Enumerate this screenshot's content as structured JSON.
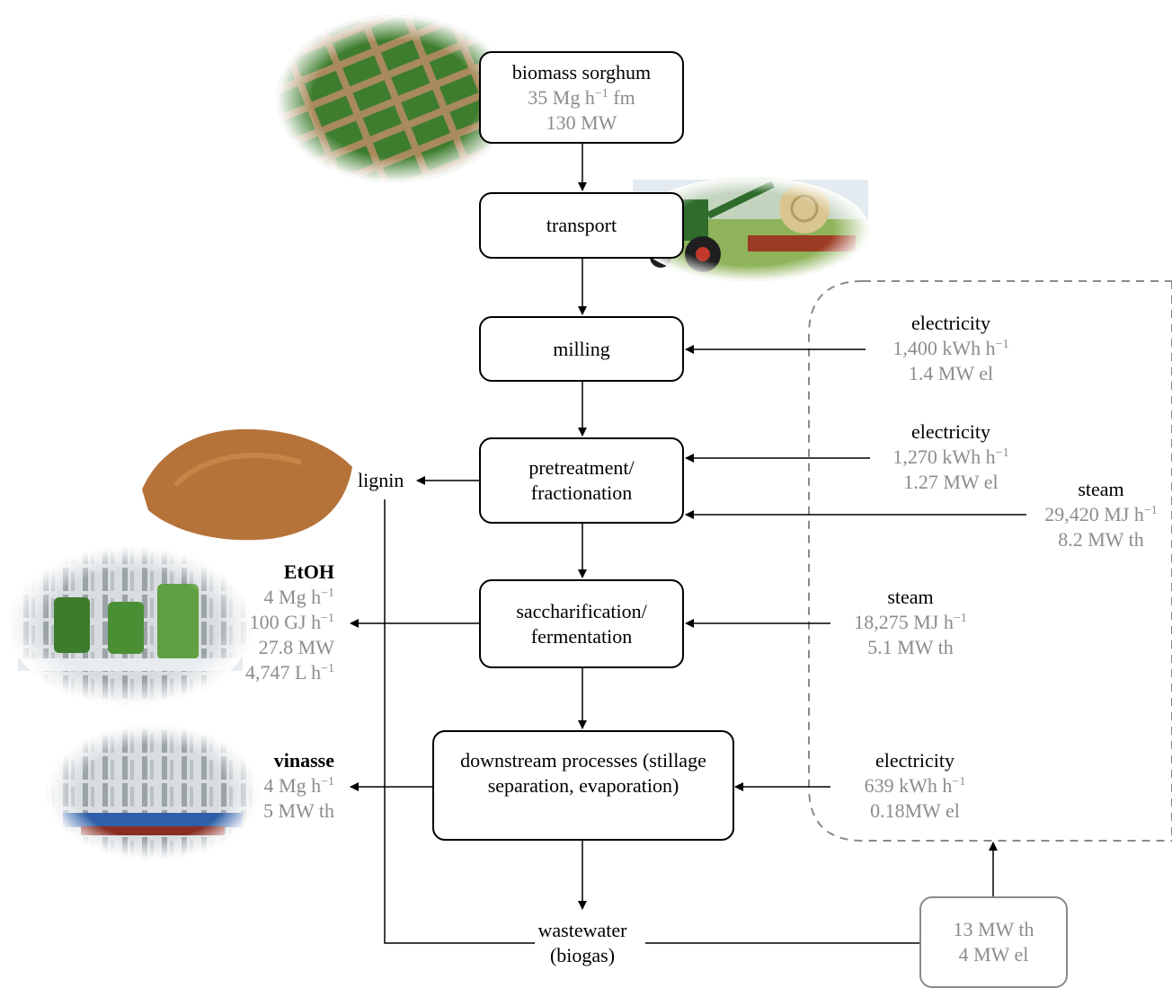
{
  "process": {
    "biomass": {
      "title": "biomass sorghum",
      "rate": "35 Mg h",
      "rate_exp": "−1",
      "rate_suffix": " fm",
      "power": "130 MW"
    },
    "transport": "transport",
    "milling": "milling",
    "pretreatment": [
      "pretreatment/",
      "fractionation"
    ],
    "saccharification": [
      "saccharification/",
      "fermentation"
    ],
    "downstream": [
      "downstream processes (stillage",
      "separation, evaporation)"
    ],
    "wastewater": [
      "wastewater",
      "(biogas)"
    ]
  },
  "outputs": {
    "lignin": "lignin",
    "etoh": {
      "title": "EtOH",
      "mass": "4 Mg h",
      "energy": "100 GJ h",
      "power": "27.8 MW",
      "volume": "4,747 L h",
      "exp": "−1"
    },
    "vinasse": {
      "title": "vinasse",
      "mass": "4 Mg h",
      "exp": "−1",
      "power": "5 MW th"
    }
  },
  "inputs": {
    "milling_el": {
      "title": "electricity",
      "value": "1,400 kWh h",
      "exp": "−1",
      "power": "1.4 MW el"
    },
    "pretreat_el": {
      "title": "electricity",
      "value": "1,270 kWh h",
      "exp": "−1",
      "power": "1.27 MW el"
    },
    "pretreat_steam": {
      "title": "steam",
      "value": "29,420 MJ h",
      "exp": "−1",
      "power": "8.2 MW th"
    },
    "sacch_steam": {
      "title": "steam",
      "value": "18,275 MJ h",
      "exp": "−1",
      "power": "5.1 MW th"
    },
    "downstream_el": {
      "title": "electricity",
      "value": "639 kWh h",
      "exp": "−1",
      "power": "0.18MW el"
    }
  },
  "biogas_output": {
    "thermal": "13 MW th",
    "electric": "4 MW el"
  },
  "colors": {
    "arrow": "#000000",
    "gray_text": "#8c8c8c",
    "dashed_border": "#8a8a8a",
    "field_green": "#3f7d2e",
    "lignin_brown": "#b5733a"
  },
  "images": [
    "field-photo",
    "tractor-photo",
    "lignin-powder-photo",
    "bioreactor-photo",
    "vinasse-lab-photo"
  ]
}
